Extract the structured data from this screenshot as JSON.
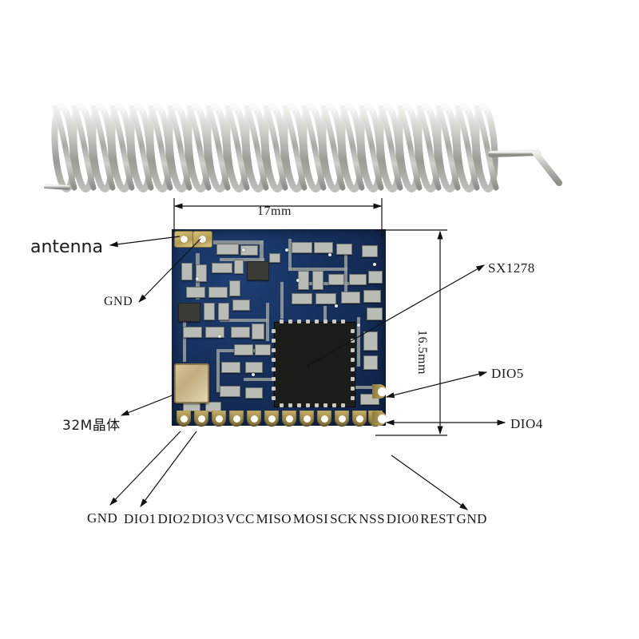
{
  "image": {
    "subject": "LoRa SX1278 RF module with spring antenna",
    "background_color": "#ffffff"
  },
  "annotations": {
    "antenna_label": "antenna",
    "gnd_top_label": "GND",
    "gnd_bottom_label": "GND",
    "crystal_label": "32M晶体",
    "chip_label": "SX1278",
    "dio5_label": "DIO5",
    "dio4_label": "DIO4"
  },
  "dimensions": {
    "width_label": "17mm",
    "height_label": "16.5mm"
  },
  "pinout": {
    "bottom_pins": [
      "DIO1",
      "DIO2",
      "DIO3",
      "VCC",
      "MISO",
      "MOSI",
      "SCK",
      "NSS",
      "DIO0",
      "REST",
      "GND"
    ],
    "right_pins": [
      "DIO5",
      "DIO4"
    ]
  },
  "colors": {
    "pcb_blue": "#16305c",
    "chip_black": "#1b1b18",
    "pad_gold": "#b29a52",
    "annotation_black": "#1a1a1a",
    "antenna_silver": "#c9cac4"
  },
  "parts": {
    "module": "SX1278",
    "crystal": "32M晶体",
    "antenna": "spring antenna"
  }
}
